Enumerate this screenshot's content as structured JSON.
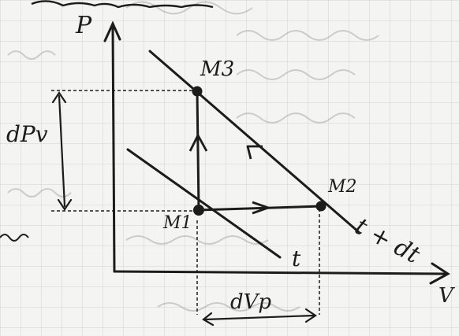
{
  "diagram": {
    "axis_y_label": "P",
    "axis_x_label": "V",
    "point_m1": "M1",
    "point_m2": "M2",
    "point_m3": "M3",
    "line_upper_label": "t + dt",
    "line_lower_label": "t",
    "dp_label": "dPv",
    "dv_label": "dVp"
  },
  "colors": {
    "ink": "#1c1c1c",
    "grid": "#cfd3d6",
    "paper": "#f4f4f2",
    "faint_writing": "#9a9a9a"
  }
}
